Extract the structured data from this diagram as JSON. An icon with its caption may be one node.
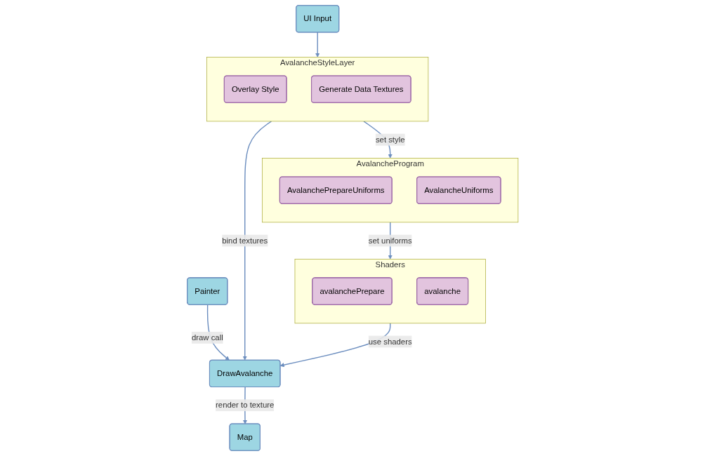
{
  "diagram": {
    "nodes": [
      {
        "text": [
          "UI Input"
        ]
      },
      {
        "text": [
          "AvalancheStyleLayer"
        ]
      },
      {
        "text": [
          "Overlay Style"
        ],
        "in": 1
      },
      {
        "text": [
          "Generate Data Textures"
        ],
        "in": 1
      },
      {
        "text": [
          "AvalancheProgram"
        ]
      },
      {
        "text": [
          "AvalanchePrepareUniforms"
        ],
        "in": 4
      },
      {
        "text": [
          "AvalancheUniforms"
        ],
        "in": 4
      },
      {
        "text": [
          "Painter"
        ]
      },
      {
        "text": [
          "DrawAvalanche"
        ]
      },
      {
        "text": [
          "Shaders"
        ]
      },
      {
        "text": [
          "avalanchePrepare"
        ],
        "in": 9
      },
      {
        "text": [
          "avalanche"
        ],
        "in": 9
      },
      {
        "text": [
          "Map"
        ]
      }
    ],
    "edges": [
      {
        "from": 0,
        "to": 1,
        "arrow": "to"
      },
      {
        "from": 1,
        "to": 4,
        "arrow": "to",
        "label": "set style"
      },
      {
        "from": 4,
        "to": 9,
        "arrow": "to",
        "label": "set uniforms"
      },
      {
        "from": 1,
        "to": 8,
        "arrow": "to",
        "label": "bind textures"
      },
      {
        "from": 7,
        "to": 8,
        "arrow": "to",
        "label": "draw call"
      },
      {
        "from": 9,
        "to": 8,
        "arrow": "to",
        "label": "use shaders"
      },
      {
        "from": 8,
        "to": 12,
        "arrow": "to",
        "label": "render to texture"
      }
    ]
  }
}
